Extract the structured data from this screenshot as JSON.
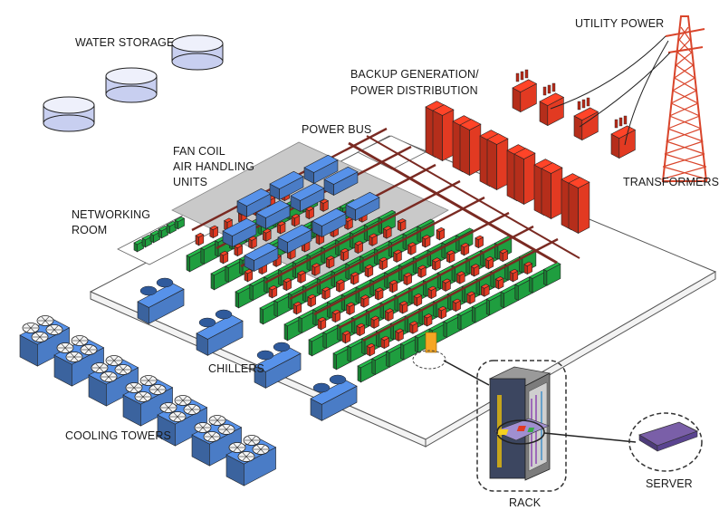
{
  "labels": {
    "water_storage": "WATER STORAGE",
    "utility_power": "UTILITY POWER",
    "backup_line1": "BACKUP GENERATION/",
    "backup_line2": "POWER DISTRIBUTION",
    "power_bus": "POWER BUS",
    "fan_coil_line1": "FAN COIL",
    "fan_coil_line2": "AIR HANDLING",
    "fan_coil_line3": "UNITS",
    "networking_line1": "NETWORKING",
    "networking_line2": "ROOM",
    "transformers": "TRANSFORMERS",
    "chillers": "CHILLERS",
    "cooling_towers": "COOLING TOWERS",
    "rack": "RACK",
    "server": "SERVER"
  },
  "colors": {
    "cooling_blue": "#4a7cc6",
    "cooling_blue_dark": "#2f5a9c",
    "server_green": "#1f9e3f",
    "power_red": "#e23a22",
    "power_bus_brown": "#7a2a22",
    "floor_gray": "#c9c9c9",
    "tank_fill": "#c8cff0",
    "highlight_orange": "#f5a623",
    "tower_red": "#d9452b"
  }
}
